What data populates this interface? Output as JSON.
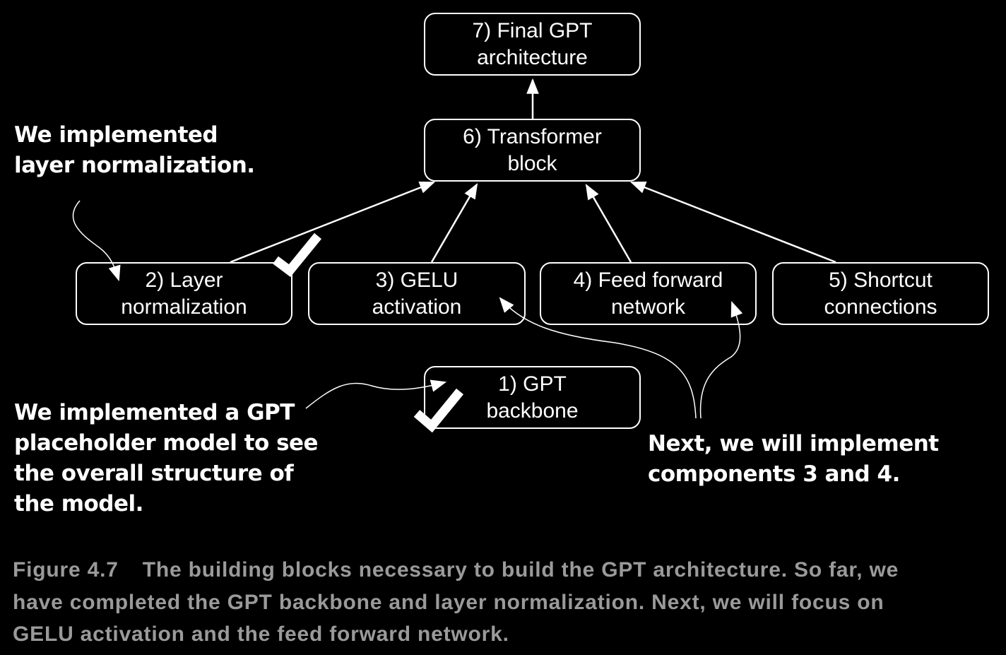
{
  "boxes": {
    "final_gpt": {
      "line1": "7) Final GPT",
      "line2": "architecture"
    },
    "transformer_block": {
      "line1": "6) Transformer",
      "line2": "block"
    },
    "layer_norm": {
      "line1": "2) Layer",
      "line2": "normalization"
    },
    "gelu": {
      "line1": "3) GELU",
      "line2": "activation"
    },
    "feed_forward": {
      "line1": "4) Feed forward",
      "line2": "network"
    },
    "shortcut": {
      "line1": "5) Shortcut",
      "line2": "connections"
    },
    "gpt_backbone": {
      "line1": "1) GPT",
      "line2": "backbone"
    }
  },
  "notes": {
    "layer_norm_done": [
      "We implemented",
      "layer normalization."
    ],
    "placeholder_done": [
      "We implemented a GPT",
      "placeholder model to see",
      "the overall structure of",
      "the model."
    ],
    "next_steps": [
      "Next, we will implement",
      "components 3 and 4."
    ]
  },
  "caption": {
    "label": "Figure 4.7",
    "text_line1": "The building blocks necessary to build the GPT architecture. So far, we",
    "text_line2": "have completed the GPT backbone and layer normalization. Next, we will focus on",
    "text_line3": "GELU activation and the feed forward network."
  },
  "colors": {
    "background": "#000000",
    "foreground": "#ffffff",
    "caption": "#9a9a9a"
  }
}
